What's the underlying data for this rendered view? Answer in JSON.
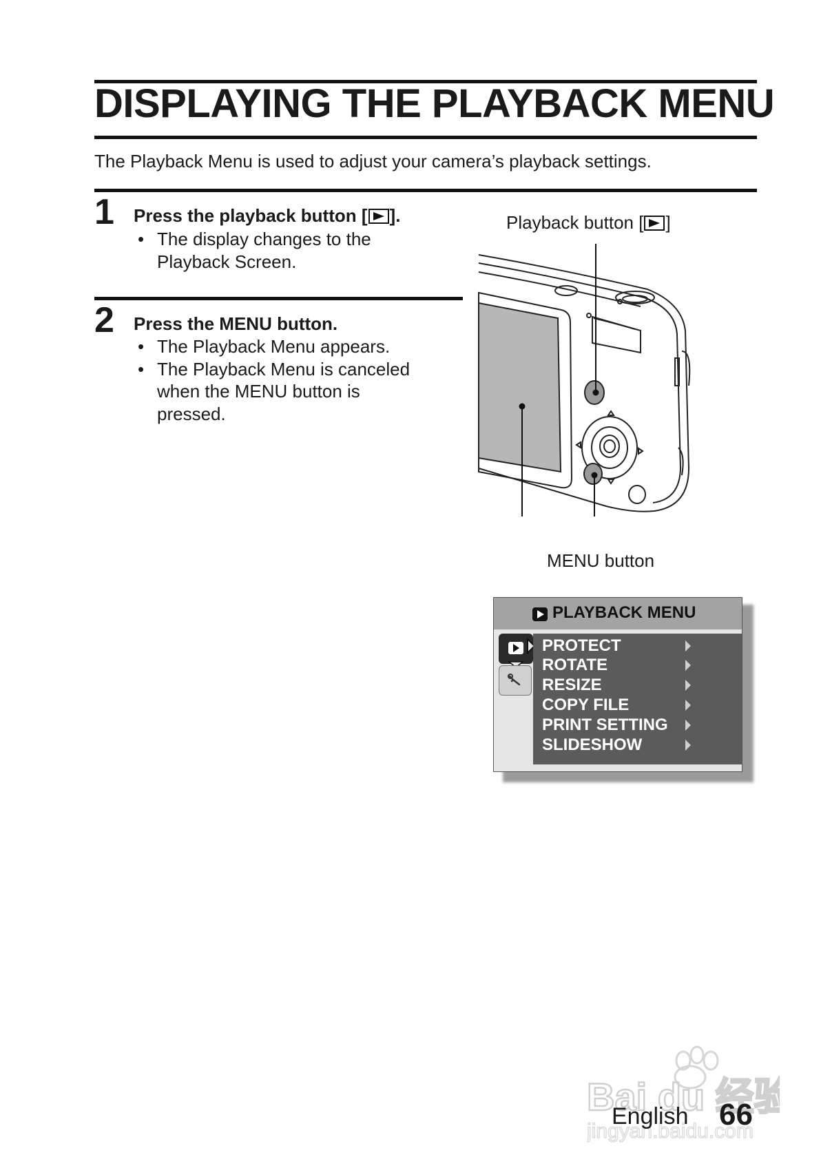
{
  "page": {
    "title": "DISPLAYING THE PLAYBACK MENU",
    "intro": "The Playback Menu is used to adjust your camera’s playback settings."
  },
  "steps": [
    {
      "number": "1",
      "heading_prefix": "Press the playback button [",
      "heading_suffix": "].",
      "bullets": [
        "The display changes to the",
        "Playback Screen."
      ]
    },
    {
      "number": "2",
      "heading": "Press the MENU button.",
      "bullets": [
        "The Playback Menu appears.",
        "The Playback Menu is canceled",
        "when the MENU button is",
        "pressed."
      ]
    }
  ],
  "callouts": {
    "playback_button_prefix": "Playback button [",
    "playback_button_suffix": "]",
    "menu_button": "MENU button"
  },
  "screen_menu": {
    "header": "PLAYBACK MENU",
    "items": [
      "PROTECT",
      "ROTATE",
      "RESIZE",
      "COPY FILE",
      "PRINT SETTING",
      "SLIDESHOW"
    ],
    "icons": {
      "tab_active": "playback-icon",
      "tab_inactive": "wrench-icon"
    }
  },
  "footer": {
    "language": "English",
    "page_number": "66"
  },
  "watermark": {
    "text": "Bai du 经验",
    "url_text": "jingyan.baidu.com"
  },
  "colors": {
    "menu_header": "#a3a3a3",
    "menu_list": "#5b5b5b",
    "text": "#1a1a1a"
  }
}
